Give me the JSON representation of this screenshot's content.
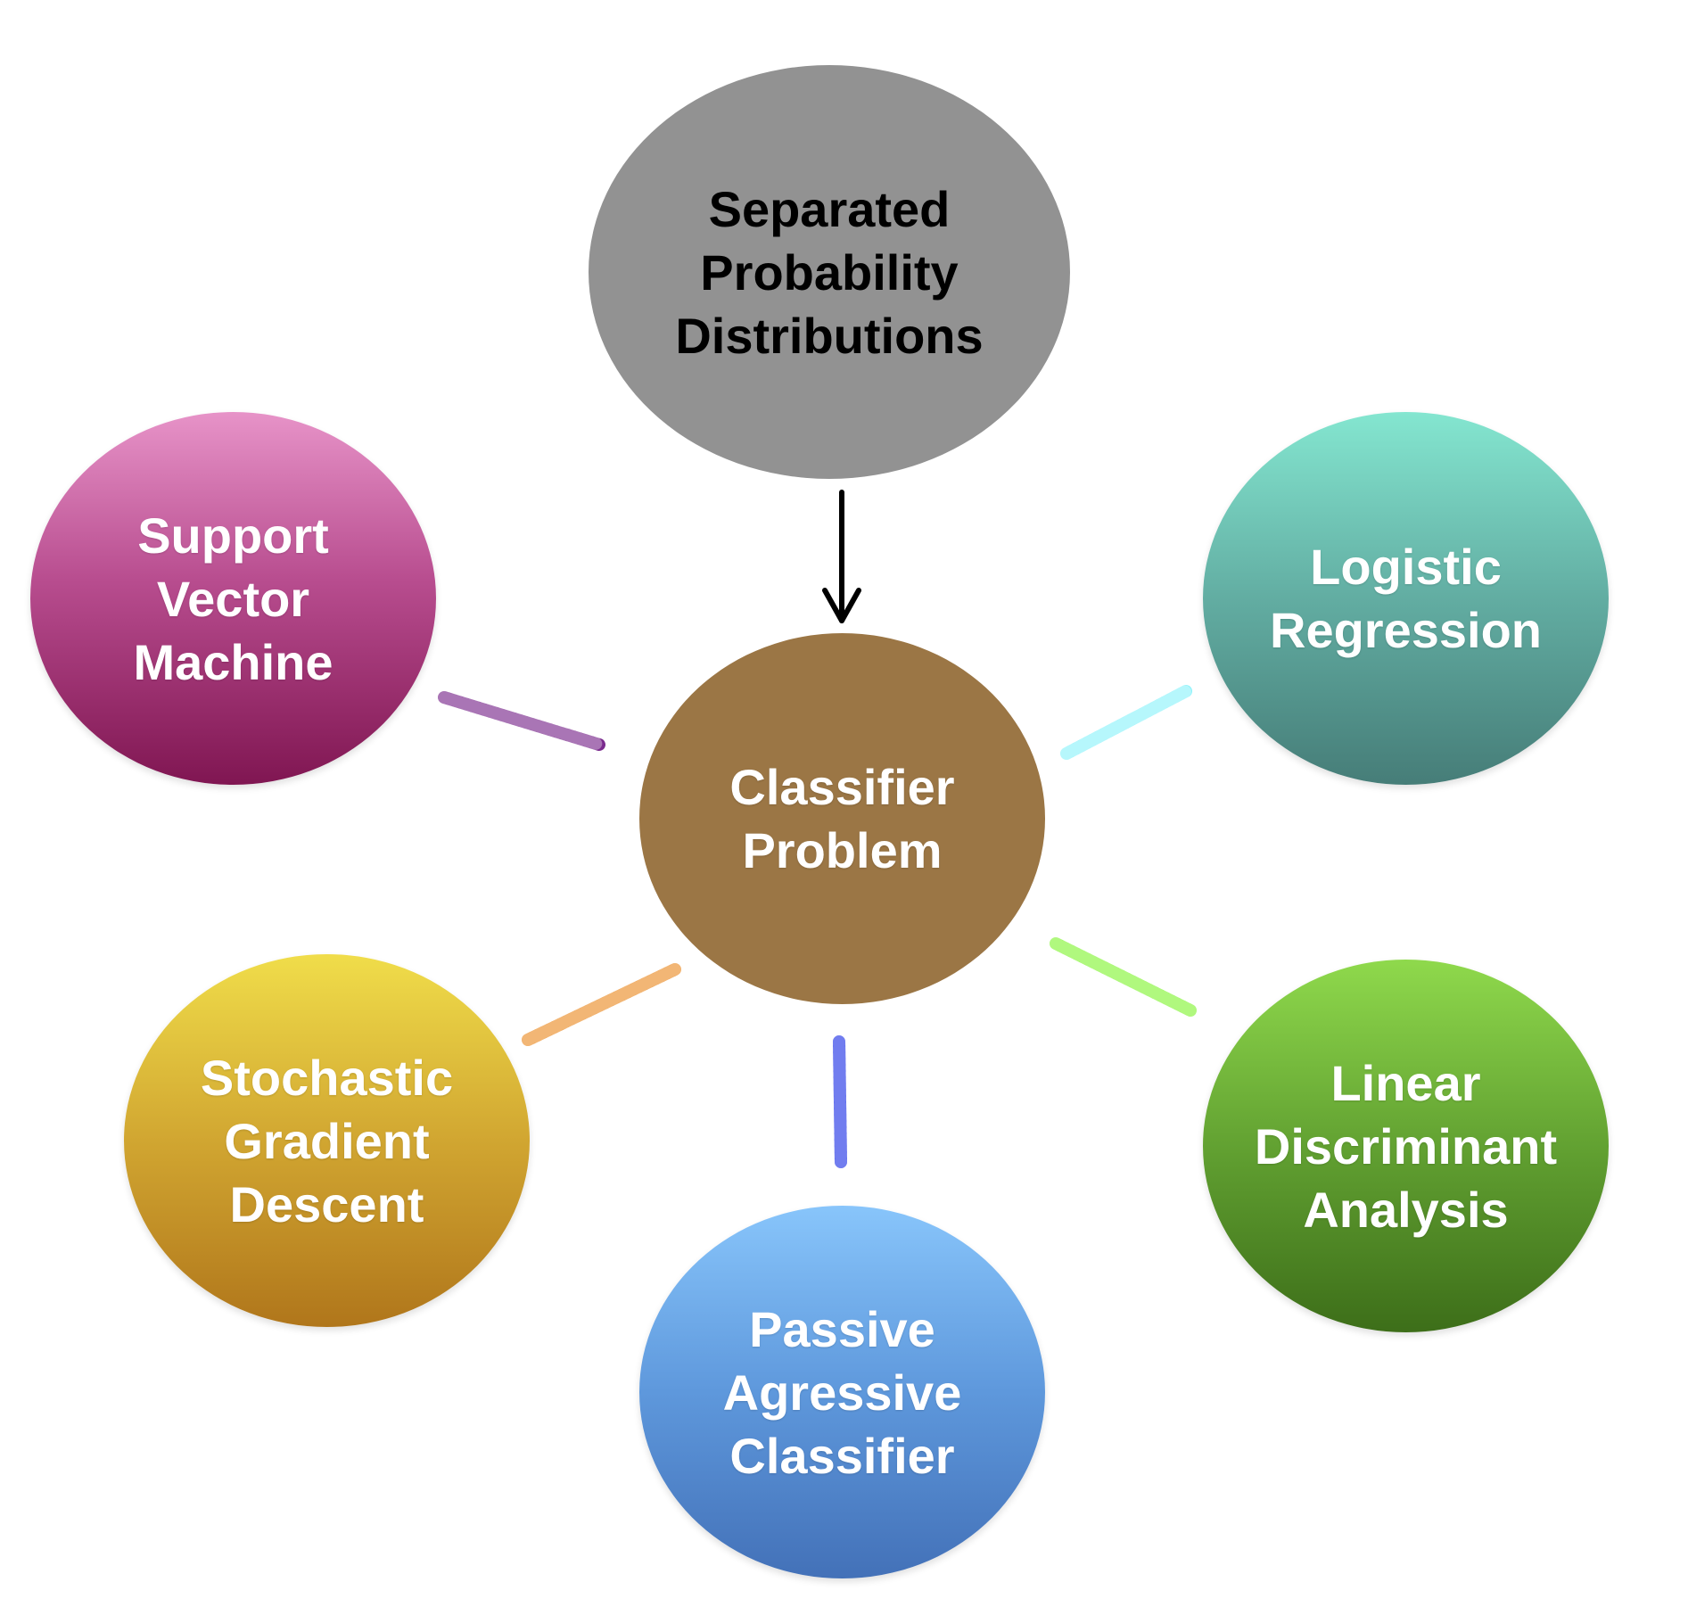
{
  "diagram": {
    "top_node": {
      "lines": [
        "Separated",
        "Probability",
        "Distributions"
      ],
      "color": "#929292",
      "text_color": "#000000"
    },
    "center_node": {
      "lines": [
        "Classifier",
        "Problem"
      ],
      "color": "#9b7645"
    },
    "arrow": {
      "from": "top_node",
      "to": "center_node",
      "color": "#000000"
    },
    "classifiers": [
      {
        "id": "svm",
        "lines": [
          "Support",
          "Vector",
          "Machine"
        ],
        "color": "#a8357a",
        "connector_color": "#7b2b8e"
      },
      {
        "id": "logistic",
        "lines": [
          "Logistic",
          "Regression"
        ],
        "color": "#62ada2",
        "connector_color": "#8ff3fb"
      },
      {
        "id": "lda",
        "lines": [
          "Linear",
          "Discriminant",
          "Analysis"
        ],
        "color": "#5e9c2f",
        "connector_color": "#86f53a"
      },
      {
        "id": "sgd",
        "lines": [
          "Stochastic",
          "Gradient",
          "Descent"
        ],
        "color": "#d1a631",
        "connector_color": "#eb8f2c"
      },
      {
        "id": "pac",
        "lines": [
          "Passive",
          "Agressive",
          "Classifier"
        ],
        "color": "#5e98dc",
        "connector_color": "#2638e6"
      }
    ]
  }
}
